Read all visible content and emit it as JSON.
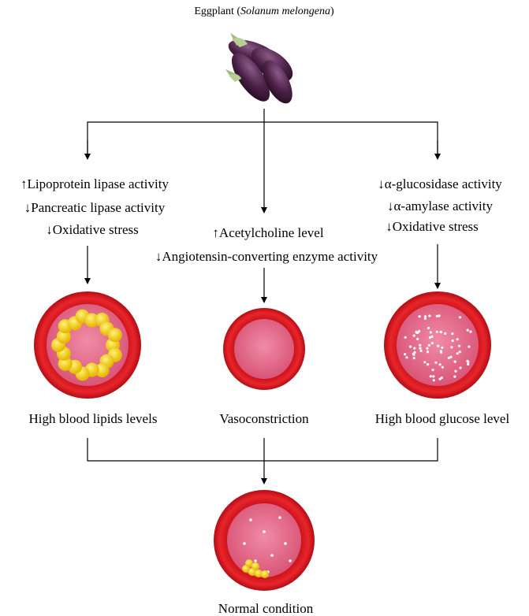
{
  "source": {
    "title_prefix": "Eggplant (",
    "title_species": "Solanum melongena",
    "title_suffix": ")",
    "icon": "eggplant-icon"
  },
  "effects": {
    "lipid": [
      "↑Lipoprotein lipase activity",
      "↓Pancreatic lipase activity",
      "↓Oxidative stress"
    ],
    "vascular": [
      "↑Acetylcholine level",
      "↓Angiotensin-converting enzyme activity"
    ],
    "glucose": [
      "↓α-glucosidase activity",
      "↓α-amylase activity",
      "↓Oxidative stress"
    ]
  },
  "conditions": {
    "lipid": "High blood lipids levels",
    "vascular": "Vasoconstriction",
    "glucose": "High blood glucose level"
  },
  "outcome": {
    "label": "Normal condition"
  },
  "colors": {
    "vessel_wall": "#d8141c",
    "vessel_lumen": "#e36a8b",
    "plaque": "#f3d21e",
    "glucose_dot": "#ffffff",
    "eggplant": "#5b2a55",
    "stem": "#9dbb7a"
  }
}
